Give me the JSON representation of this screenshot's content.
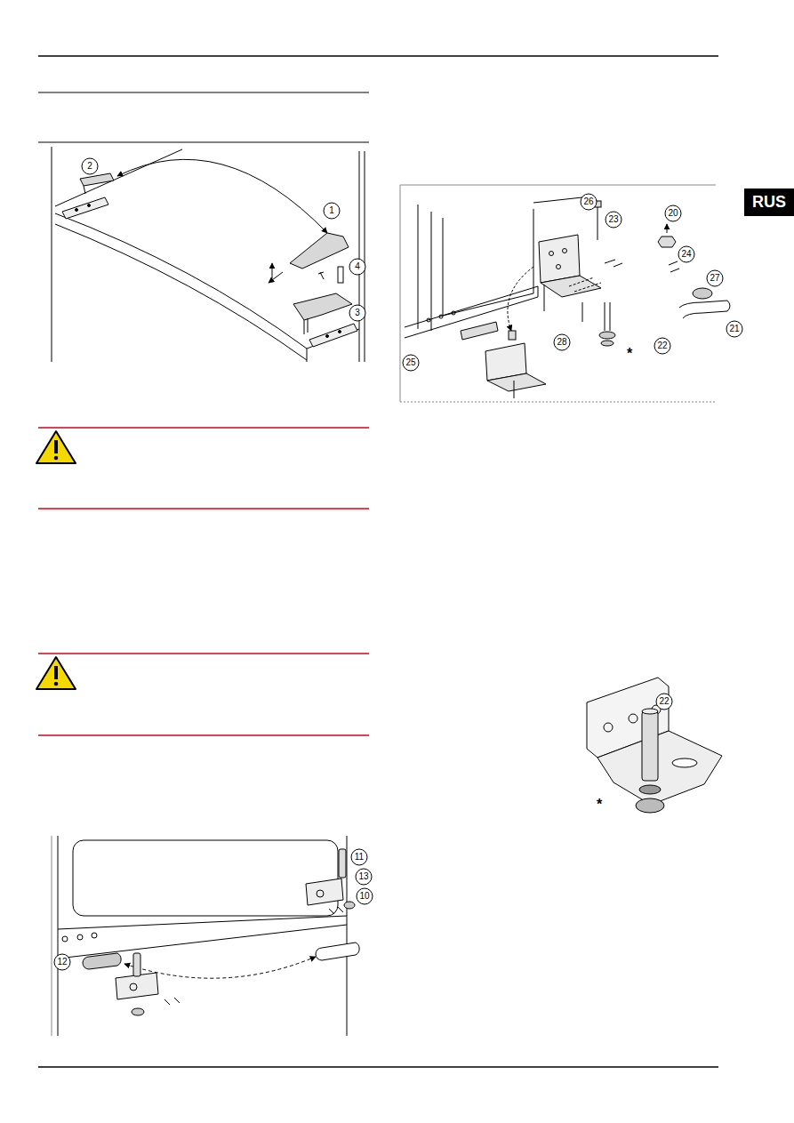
{
  "diagram": {
    "nodes": [
      {
        "text": [
          "RUS"
        ]
      }
    ],
    "labels": [
      "2",
      "1",
      "4",
      "3",
      "26",
      "23",
      "20",
      "24",
      "27",
      "21",
      "25",
      "28",
      "22",
      "*",
      "22",
      "*",
      "11",
      "13",
      "10",
      "12"
    ]
  }
}
